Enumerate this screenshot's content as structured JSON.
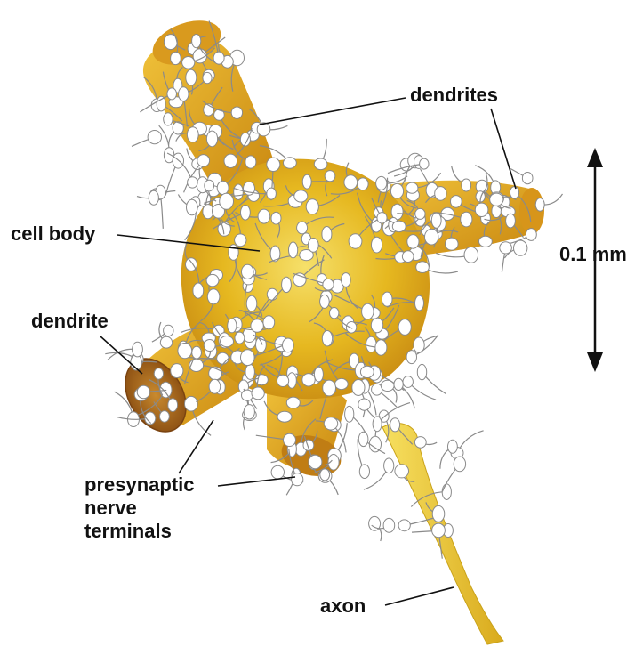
{
  "labels": {
    "dendrites": "dendrites",
    "cell_body": "cell body",
    "dendrite": "dendrite",
    "presynaptic_line1": "presynaptic",
    "presynaptic_line2": "nerve",
    "presynaptic_line3": "terminals",
    "axon": "axon"
  },
  "scale_bar": {
    "label": "0.1 mm"
  },
  "colors": {
    "neuron_fill": "#e8b81c",
    "neuron_shadow": "#c98a10",
    "cut_face": "#a8661a",
    "axon": "#f1d23a",
    "terminal_fill": "#ffffff",
    "terminal_stroke": "#8a8a8a",
    "leader_line": "#111111"
  }
}
